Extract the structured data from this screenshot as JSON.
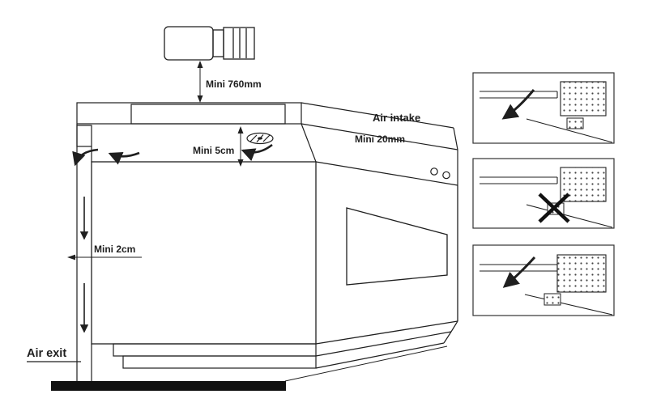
{
  "page": {
    "background": "#ffffff",
    "ink": "#1f1f1f",
    "floor_color": "#111111"
  },
  "diagram": {
    "labels": {
      "hood_clearance": "Mini 760mm",
      "air_intake": "Air intake",
      "rear_clearance": "Mini 20mm",
      "top_gap": "Mini 5cm",
      "side_gap": "Mini 2cm",
      "air_exit": "Air exit"
    },
    "icons": {
      "fan": "fan-icon",
      "x_mark": "x-mark-icon",
      "flow_arrow": "curved-arrow-icon"
    }
  }
}
